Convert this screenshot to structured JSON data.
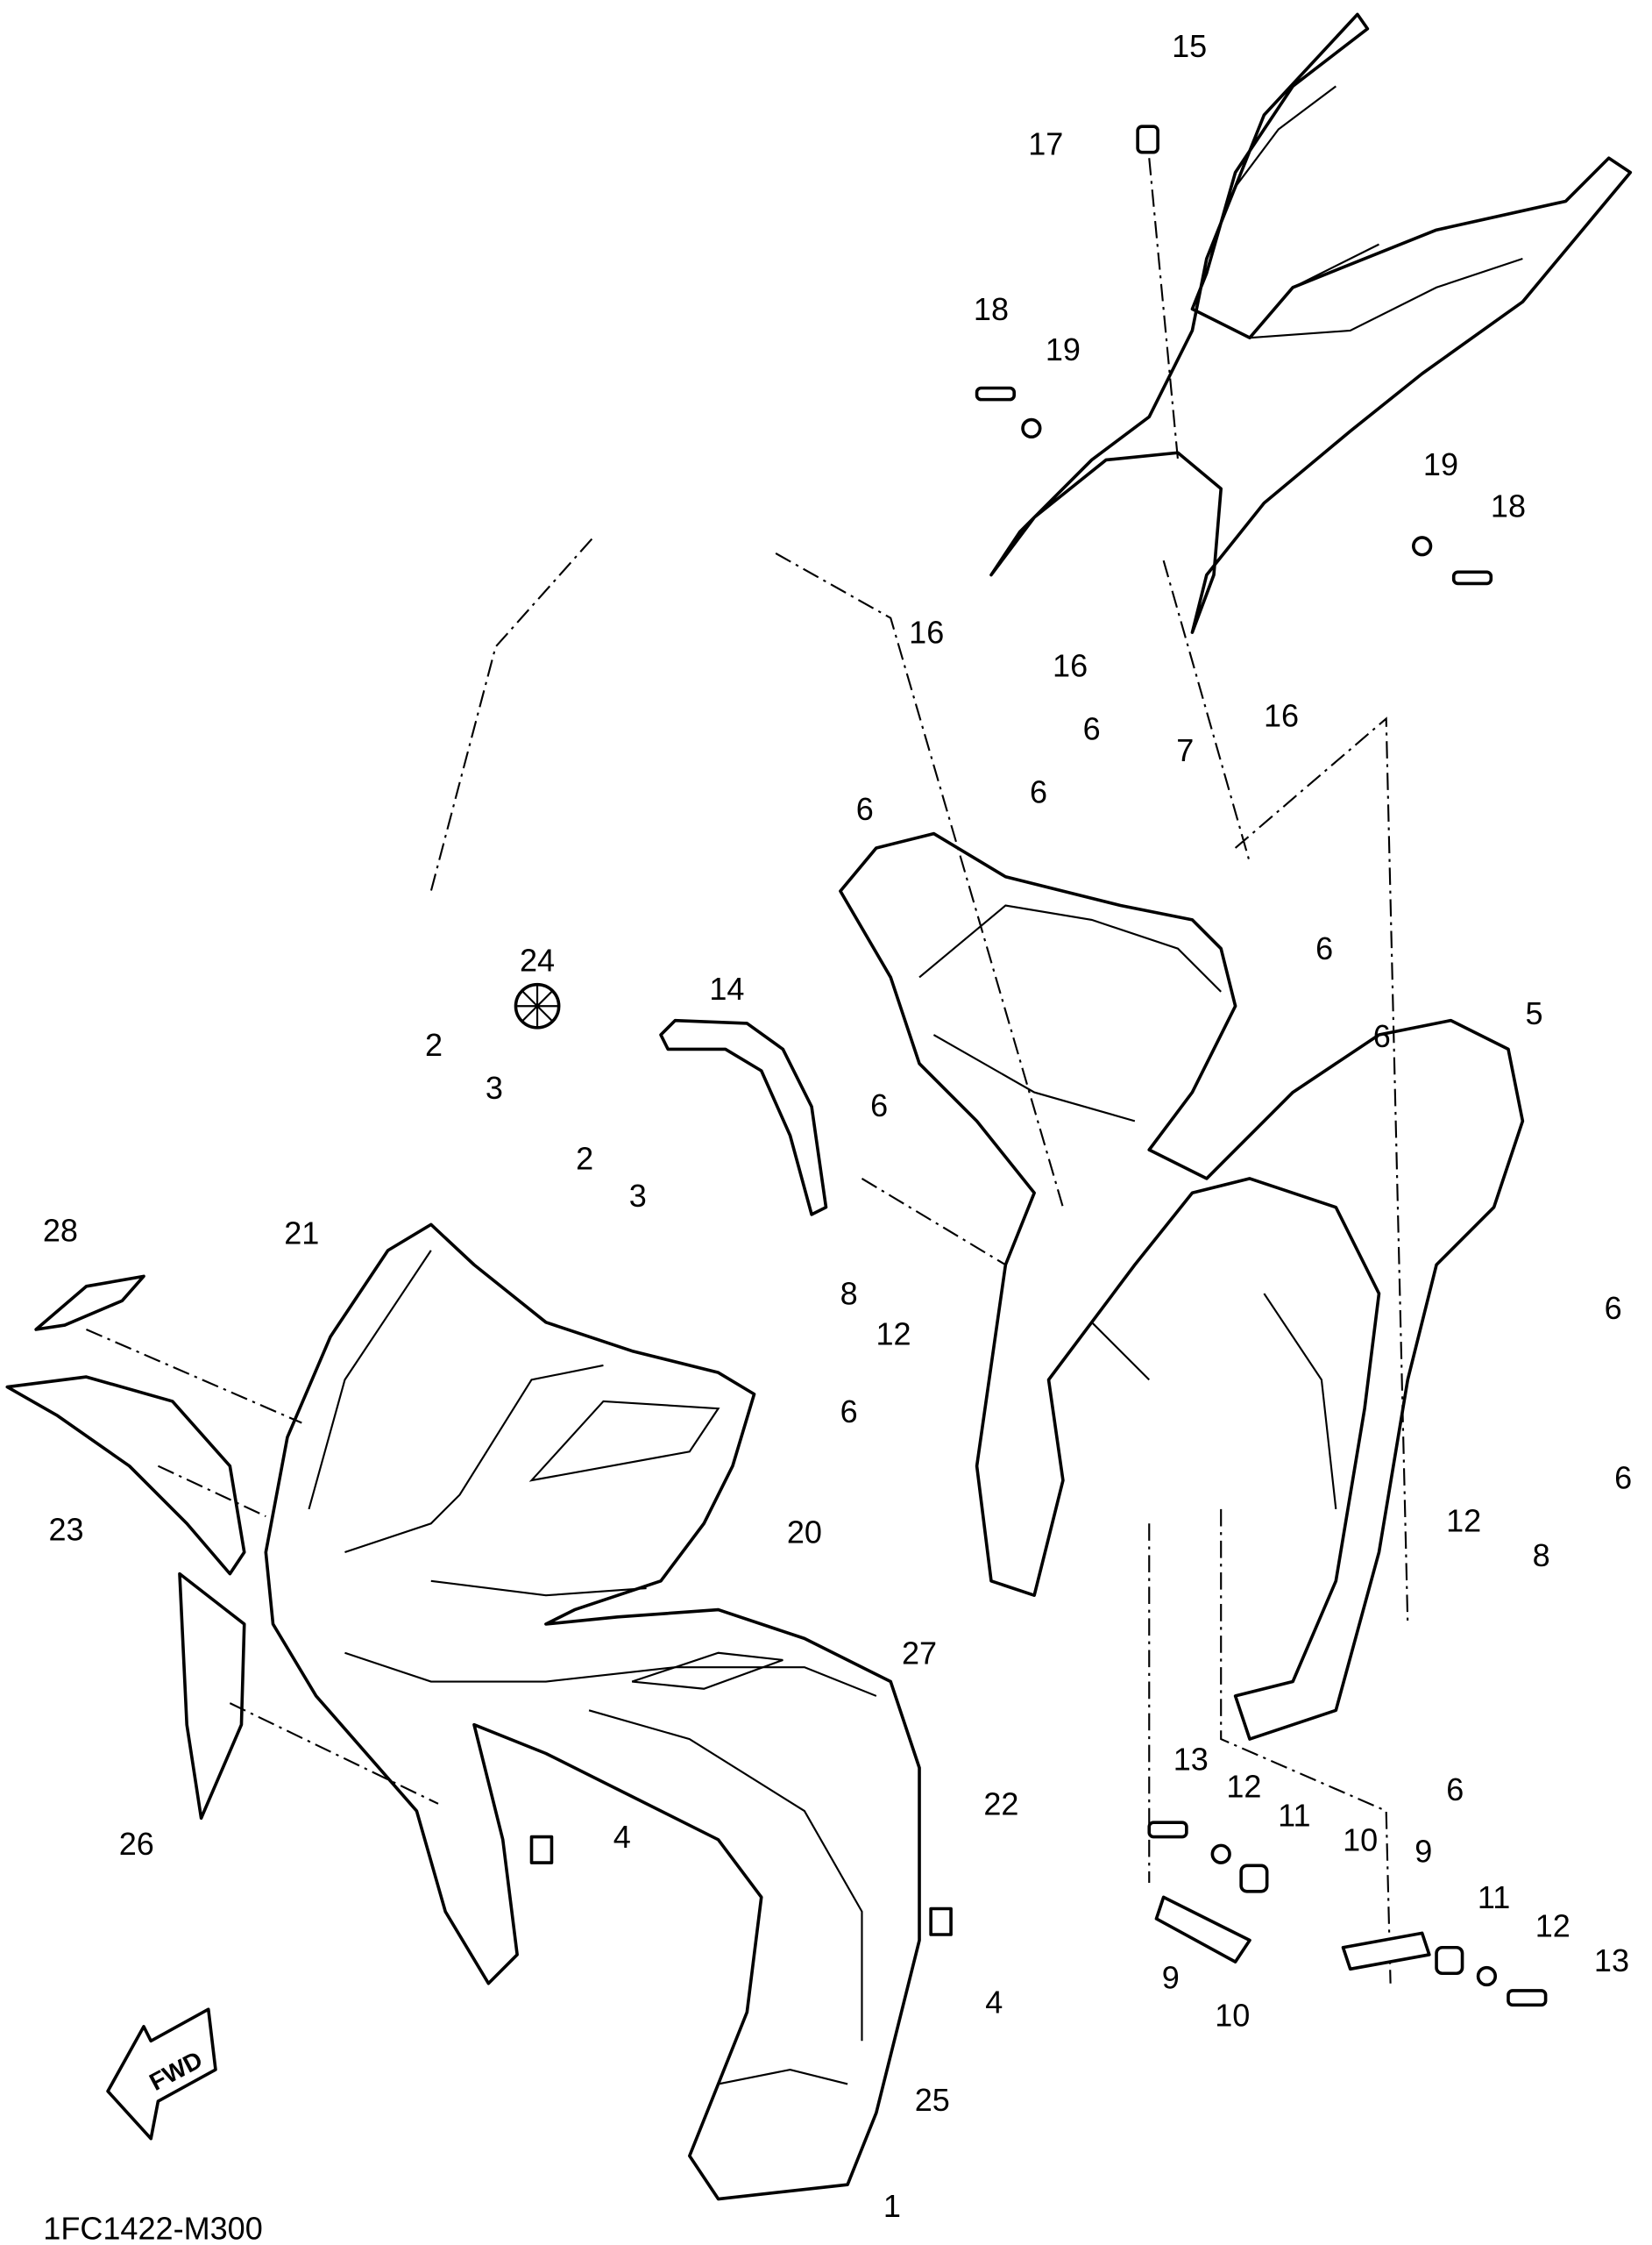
{
  "diagram": {
    "code": "1FC1422-M300",
    "fwd_label": "FWD",
    "callouts": [
      "15",
      "17",
      "18",
      "19",
      "19",
      "18",
      "16",
      "16",
      "16",
      "6",
      "7",
      "6",
      "6",
      "6",
      "6",
      "5",
      "14",
      "24",
      "2",
      "3",
      "2",
      "3",
      "6",
      "8",
      "12",
      "6",
      "28",
      "21",
      "23",
      "20",
      "6",
      "6",
      "12",
      "8",
      "27",
      "22",
      "6",
      "13",
      "12",
      "11",
      "10",
      "9",
      "11",
      "12",
      "13",
      "9",
      "10",
      "26",
      "4",
      "4",
      "25",
      "1"
    ]
  }
}
